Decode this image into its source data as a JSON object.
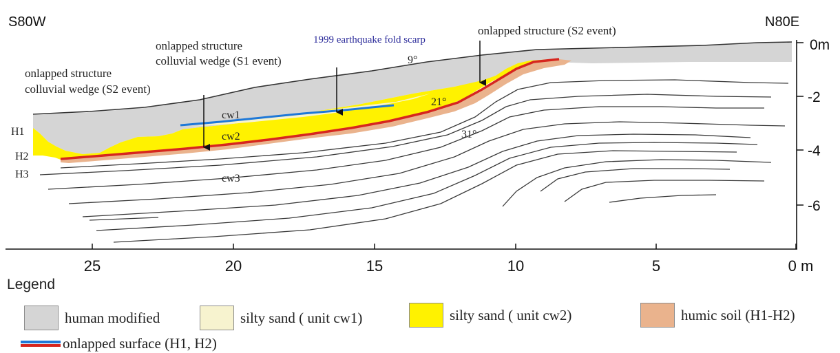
{
  "orientation": {
    "left": "S80W",
    "right": "N80E"
  },
  "annotations": {
    "eq_scarp": "1999 earthquake fold scarp",
    "onlap_s1_line1": "onlapped structure",
    "onlap_s1_line2": "colluvial wedge  (S1 event)",
    "onlap_s2_left_line1": "onlapped structure",
    "onlap_s2_left_line2": "colluvial wedge (S2 event)",
    "onlap_s2_right": "onlapped structure (S2 event)"
  },
  "units": {
    "cw1": "cw1",
    "cw2": "cw2",
    "cw3": "cw3"
  },
  "horizons": {
    "h1": "H1",
    "h2": "H2",
    "h3": "H3"
  },
  "dips": {
    "d9": "9°",
    "d21": "21°",
    "d31": "31°"
  },
  "depth_ticks": [
    "0m",
    "-2",
    "-4",
    "-6"
  ],
  "distance_ticks": [
    "25",
    "20",
    "15",
    "10",
    "5",
    "0 m"
  ],
  "colors": {
    "human_modified": "#d5d5d5",
    "silty_sand_cw1": "#f7f3cf",
    "silty_sand_cw2": "#fff200",
    "humic_soil": "#eab38d",
    "onlapped_blue": "#1e78d8",
    "onlapped_red": "#d6261f"
  },
  "legend": {
    "title": "Legend",
    "items": [
      {
        "label": "human modified"
      },
      {
        "label": "silty sand ( unit cw1)"
      },
      {
        "label": "silty sand ( unit cw2)"
      },
      {
        "label": "humic soil (H1-H2)"
      }
    ],
    "line_label": "onlapped surface (H1, H2)"
  }
}
